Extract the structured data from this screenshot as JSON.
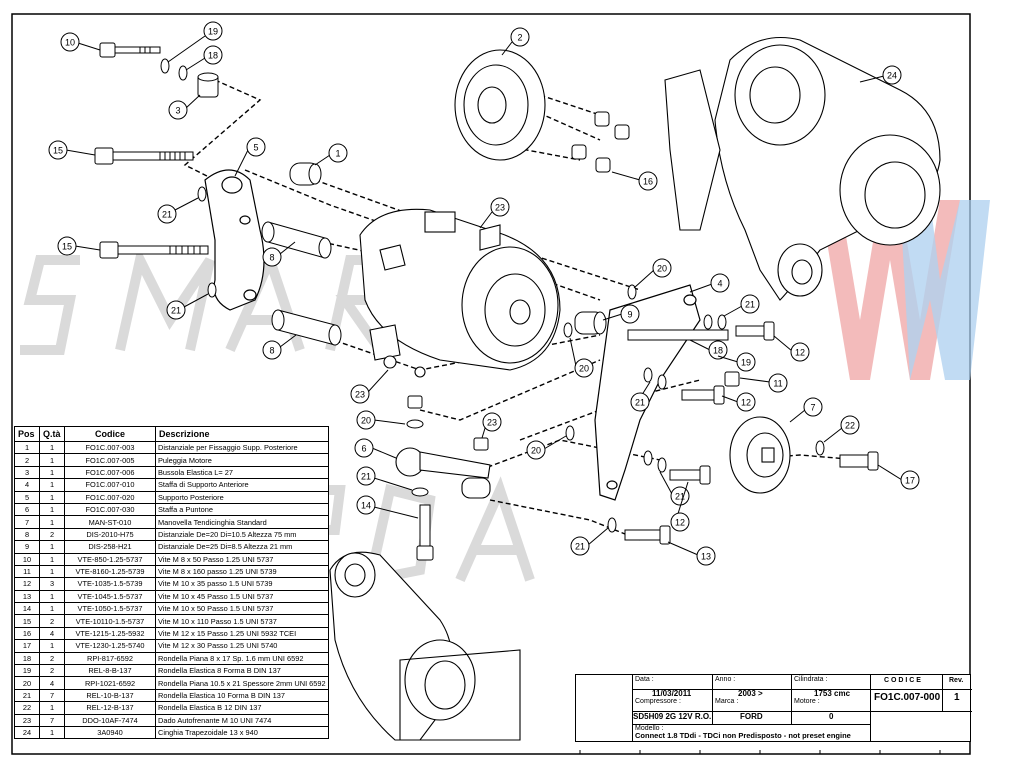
{
  "watermark": {
    "text": "SMART SMRDA"
  },
  "callouts": [
    "10",
    "19",
    "18",
    "3",
    "2",
    "24",
    "15",
    "5",
    "1",
    "21",
    "16",
    "15",
    "21",
    "8",
    "23",
    "20",
    "4",
    "21",
    "12",
    "8",
    "9",
    "18",
    "19",
    "11",
    "23",
    "20",
    "12",
    "20",
    "21",
    "7",
    "22",
    "6",
    "21",
    "17",
    "14",
    "21",
    "12",
    "13",
    "21",
    "23",
    "20"
  ],
  "bom": {
    "headers": [
      "Pos",
      "Q.tà",
      "Codice",
      "Descrizione"
    ],
    "rows": [
      [
        "1",
        "1",
        "FO1C.007-003",
        "Distanziale per Fissaggio Supp. Posteriore"
      ],
      [
        "2",
        "1",
        "FO1C.007-005",
        "Puleggia Motore"
      ],
      [
        "3",
        "1",
        "FO1C.007-006",
        "Bussola Elastica L= 27"
      ],
      [
        "4",
        "1",
        "FO1C.007-010",
        "Staffa di Supporto Anteriore"
      ],
      [
        "5",
        "1",
        "FO1C.007-020",
        "Supporto Posteriore"
      ],
      [
        "6",
        "1",
        "FO1C.007-030",
        "Staffa a Puntone"
      ],
      [
        "7",
        "1",
        "MAN-ST-010",
        "Manovella Tendicinghia Standard"
      ],
      [
        "8",
        "2",
        "DIS-2010-H75",
        "Distanziale De=20 Di=10.5 Altezza 75 mm"
      ],
      [
        "9",
        "1",
        "DIS-258-H21",
        "Distanziale De=25 Di=8.5 Altezza 21 mm"
      ],
      [
        "10",
        "1",
        "VTE-850-1.25-5737",
        "Vite M 8 x 50 Passo 1.25 UNI 5737"
      ],
      [
        "11",
        "1",
        "VTE-8160-1.25-5739",
        "Vite M 8 x 160 passo 1.25 UNI 5739"
      ],
      [
        "12",
        "3",
        "VTE-1035-1.5-5739",
        "Vite M 10 x 35 passo 1.5 UNI 5739"
      ],
      [
        "13",
        "1",
        "VTE-1045-1.5-5737",
        "Vite M 10 x 45 Passo 1.5 UNI 5737"
      ],
      [
        "14",
        "1",
        "VTE-1050-1.5-5737",
        "Vite M 10 x 50 Passo 1.5 UNI 5737"
      ],
      [
        "15",
        "2",
        "VTE-10110-1.5-5737",
        "Vite M 10 x 110 Passo 1.5 UNI 5737"
      ],
      [
        "16",
        "4",
        "VTE-1215-1.25-5932",
        "Vite M 12 x 15 Passo 1.25 UNI 5932 TCEI"
      ],
      [
        "17",
        "1",
        "VTE-1230-1.25-5740",
        "Vite M 12 x 30 Passo 1.25 UNI 5740"
      ],
      [
        "18",
        "2",
        "RPI-817-6592",
        "Rondella Piana 8 x 17 Sp. 1.6 mm UNI 6592"
      ],
      [
        "19",
        "2",
        "REL-8-B-137",
        "Rondella Elastica 8 Forma B DIN 137"
      ],
      [
        "20",
        "4",
        "RPI-1021-6592",
        "Rondella Piana 10.5 x 21 Spessore 2mm  UNI 6592"
      ],
      [
        "21",
        "7",
        "REL-10-B-137",
        "Rondella Elastica 10 Forma B DIN 137"
      ],
      [
        "22",
        "1",
        "REL-12-B-137",
        "Rondella Elastica B 12 DIN 137"
      ],
      [
        "23",
        "7",
        "DDO-10AF-7474",
        "Dado Autofrenante M 10 UNI 7474"
      ],
      [
        "24",
        "1",
        "3A0940",
        "Cinghia Trapezoidale 13 x 940"
      ]
    ]
  },
  "title_block": {
    "data_label": "Data :",
    "data": "11/03/2011",
    "anno_label": "Anno :",
    "anno": "2003 >",
    "cilindrata_label": "Cilindrata :",
    "cilindrata": "1753 cmc",
    "codice_label": "C O D I C E",
    "codice": "FO1C.007-000",
    "rev_label": "Rev.",
    "rev": "1",
    "compressore_label": "Compressore :",
    "compressore": "SD5H09 2G 12V R.O.",
    "marca_label": "Marca :",
    "marca": "FORD",
    "motore_label": "Motore :",
    "motore": "0",
    "modello_label": "Modello :",
    "modello": "Connect 1.8 TDdi - TDCi non Predisposto - not preset engine"
  },
  "colors": {
    "watermark": "#d9d9d9",
    "logo_red": "#f0a0a0",
    "logo_blue": "#a0c8f0",
    "ink": "#000000"
  }
}
